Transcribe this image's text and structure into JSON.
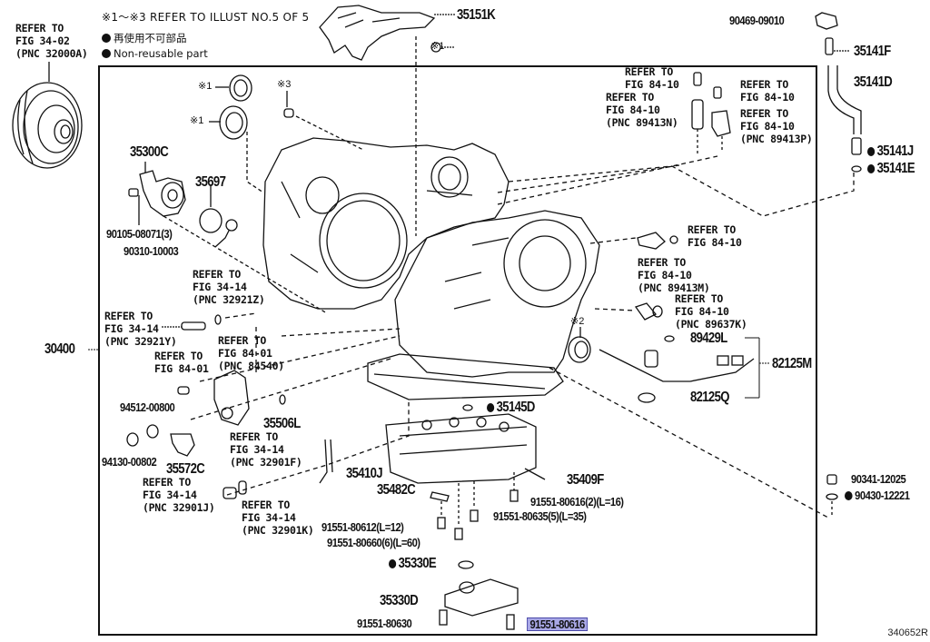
{
  "header": {
    "note_range": "※1～※3 REFER TO ILLUST NO.5 OF 5",
    "legend_jp": "再使用不可部品",
    "legend_en": "Non-reusable part",
    "legend_dot_color": "#111111"
  },
  "illustration_id": "340652R",
  "highlight_color": "#a9a8e6",
  "refs": {
    "torque_converter": "REFER TO\nFIG 34-02\n(PNC 32000A)",
    "r_84_10_a": "REFER TO\nFIG 84-10",
    "r_84_10_n": "REFER TO\nFIG 84-10\n(PNC 89413N)",
    "r_84_10_b": "REFER TO\nFIG 84-10",
    "r_84_10_p": "REFER TO\nFIG 84-10\n(PNC 89413P)",
    "r_84_10_c": "REFER TO\nFIG 84-10",
    "r_84_10_m": "REFER TO\nFIG 84-10\n(PNC 89413M)",
    "r_84_10_k": "REFER TO\nFIG 84-10\n(PNC 89637K)",
    "r_34_14_z": "REFER TO\nFIG 34-14\n(PNC 32921Z)",
    "r_34_14_y": "REFER TO\nFIG 34-14\n(PNC 32921Y)",
    "r_84_01_a": "REFER TO\nFIG 84-01",
    "r_84_01_540": "REFER TO\nFIG 84-01\n(PNC 84540)",
    "r_34_14_f": "REFER TO\nFIG 34-14\n(PNC 32901F)",
    "r_34_14_j": "REFER TO\nFIG 34-14\n(PNC 32901J)",
    "r_34_14_k": "REFER TO\nFIG 34-14\n(PNC 32901K)"
  },
  "marks": {
    "m1a": "※1",
    "m1b": "※1",
    "m1c": "※1",
    "m2": "※2",
    "m3": "※3"
  },
  "parts": {
    "p35151K": "35151K",
    "p90469": "90469-09010",
    "p35141F": "35141F",
    "p35141D": "35141D",
    "p35141J": "35141J",
    "p35141E": "35141E",
    "p35300C": "35300C",
    "p35697": "35697",
    "p90105": "90105-08071(3)",
    "p90310": "90310-10003",
    "p30400": "30400",
    "p94512": "94512-00800",
    "p94130": "94130-00802",
    "p35572C": "35572C",
    "p35506L": "35506L",
    "p89429L": "89429L",
    "p82125M": "82125M",
    "p82125Q": "82125Q",
    "p35145D": "35145D",
    "p35410J": "35410J",
    "p35482C": "35482C",
    "p35409F": "35409F",
    "p91551_80616_2": "91551-80616(2)(L=16)",
    "p91551_80635": "91551-80635(5)(L=35)",
    "p91551_80612": "91551-80612(L=12)",
    "p91551_80660": "91551-80660(6)(L=60)",
    "p35330E": "35330E",
    "p35330D": "35330D",
    "p91551_80630": "91551-80630",
    "p91551_80616": "91551-80616",
    "p90341": "90341-12025",
    "p90430": "90430-12221"
  }
}
